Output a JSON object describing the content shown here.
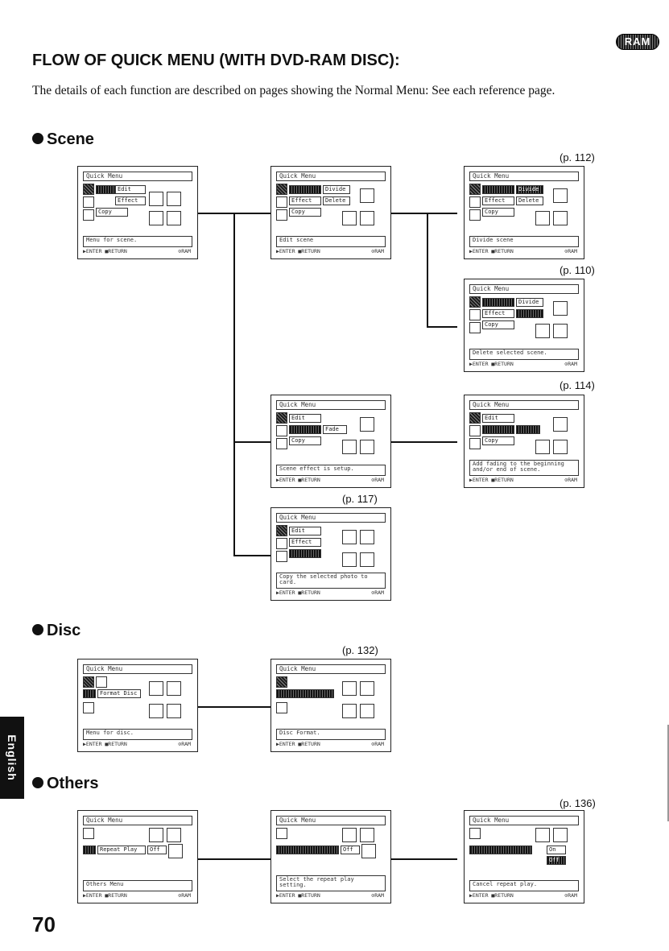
{
  "badge": "RAM",
  "title": "FLOW OF QUICK MENU (WITH DVD-RAM DISC):",
  "intro": "The details of each function are described on pages showing the Normal Menu: See each reference page.",
  "sections": {
    "scene": "Scene",
    "disc": "Disc",
    "others": "Others"
  },
  "refs": {
    "r112": "(p. 112)",
    "r110": "(p. 110)",
    "r114": "(p. 114)",
    "r117": "(p. 117)",
    "r132": "(p. 132)",
    "r136": "(p. 136)"
  },
  "screen_common": {
    "header": "Quick Menu",
    "enter": "▶ENTER ■RETURN",
    "ram": "⊙RAM"
  },
  "screens": {
    "s1": {
      "opts": [
        "Edit",
        "Effect",
        "Copy"
      ],
      "desc": "Menu for scene."
    },
    "s2": {
      "opts": [
        "Effect",
        "Copy"
      ],
      "sub": [
        "Divide",
        "Delete"
      ],
      "desc": "Edit scene"
    },
    "s3": {
      "sub": [
        "Divide",
        "Delete"
      ],
      "opts": [
        "Effect",
        "Copy"
      ],
      "desc": "Divide scene"
    },
    "s4": {
      "sub": [
        "Divide"
      ],
      "opts": [
        "Effect",
        "Copy"
      ],
      "desc": "Delete selected scene."
    },
    "s5": {
      "opts": [
        "Edit",
        "Copy"
      ],
      "sub": [
        "Fade"
      ],
      "desc": "Scene effect is setup."
    },
    "s6": {
      "opts": [
        "Edit",
        "Copy"
      ],
      "desc": "Add fading to the beginning and/or end of scene."
    },
    "s7": {
      "opts": [
        "Edit",
        "Effect"
      ],
      "desc": "Copy the selected photo to card."
    },
    "s8": {
      "opts": [
        "Format Disc"
      ],
      "desc": "Menu for disc."
    },
    "s9": {
      "opts": [],
      "desc": "Disc Format."
    },
    "s10": {
      "opts": [
        "Repeat Play",
        "Off"
      ],
      "desc": "Others Menu"
    },
    "s11": {
      "opts": [
        "Off"
      ],
      "desc": "Select the repeat play setting."
    },
    "s12": {
      "opts": [
        "On",
        "Off"
      ],
      "desc": "Cancel repeat play."
    }
  },
  "tab": "English",
  "page_number": "70"
}
